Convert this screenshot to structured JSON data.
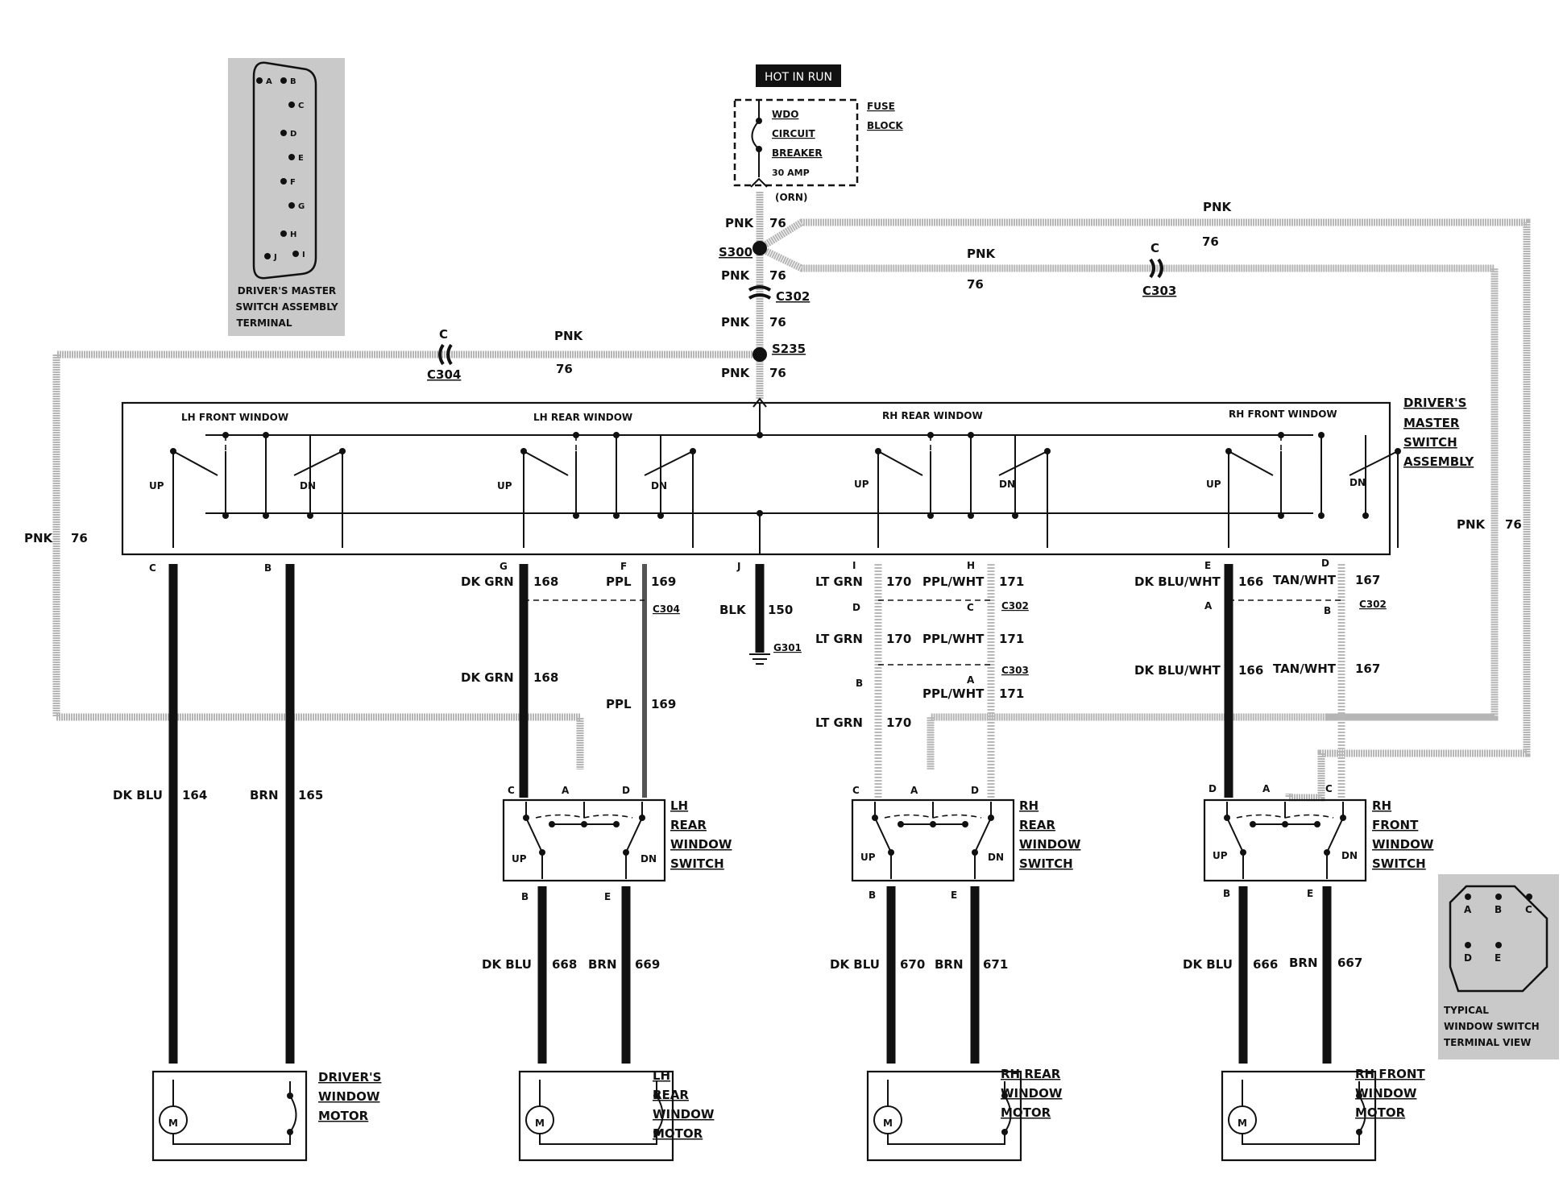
{
  "power": {
    "hot_label": "HOT IN RUN",
    "breaker_lines": [
      "WDO",
      "CIRCUIT",
      "BREAKER"
    ],
    "breaker_rating": "30 AMP",
    "fuse_block_lines": [
      "FUSE",
      "BLOCK"
    ],
    "orn": "(ORN)"
  },
  "splices": {
    "s300": "S300",
    "s235": "S235"
  },
  "connectors": {
    "c302": "C302",
    "c303": "C303",
    "c304": "C304",
    "c": "C",
    "a": "A",
    "b": "B",
    "d": "D",
    "e": "E",
    "f": "F",
    "g": "G",
    "h": "H",
    "i": "I",
    "j": "J"
  },
  "circuits": {
    "pnk": "PNK",
    "n76": "76",
    "dk_blu": "DK BLU",
    "n164": "164",
    "brn": "BRN",
    "n165": "165",
    "dk_grn": "DK GRN",
    "n168": "168",
    "ppl": "PPL",
    "n169": "169",
    "blk": "BLK",
    "n150": "150",
    "lt_grn": "LT GRN",
    "n170": "170",
    "ppl_wht": "PPL/WHT",
    "n171": "171",
    "dk_blu_wht": "DK BLU/WHT",
    "n166": "166",
    "tan_wht": "TAN/WHT",
    "n167": "167",
    "n668": "668",
    "n669": "669",
    "n670": "670",
    "n671": "671",
    "n666": "666",
    "n667": "667"
  },
  "ground": "G301",
  "master_switch": {
    "title_lines": [
      "DRIVER'S",
      "MASTER",
      "SWITCH",
      "ASSEMBLY"
    ],
    "sections": [
      "LH FRONT WINDOW",
      "LH REAR WINDOW",
      "RH REAR WINDOW",
      "RH FRONT WINDOW"
    ],
    "up": "UP",
    "dn": "DN"
  },
  "window_switches": {
    "lh_rear": [
      "LH",
      "REAR",
      "WINDOW",
      "SWITCH"
    ],
    "rh_rear": [
      "RH",
      "REAR",
      "WINDOW",
      "SWITCH"
    ],
    "rh_front": [
      "RH",
      "FRONT",
      "WINDOW",
      "SWITCH"
    ]
  },
  "motors": {
    "driver": [
      "DRIVER'S",
      "WINDOW",
      "MOTOR"
    ],
    "lh_rear": [
      "LH",
      "REAR",
      "WINDOW",
      "MOTOR"
    ],
    "rh_rear": [
      "RH REAR",
      "WINDOW",
      "MOTOR"
    ],
    "rh_front": [
      "RH FRONT",
      "WINDOW",
      "MOTOR"
    ],
    "m": "M"
  },
  "terminal_views": {
    "master": [
      "DRIVER'S MASTER",
      "SWITCH ASSEMBLY",
      "TERMINAL"
    ],
    "master_pins": [
      "A",
      "B",
      "C",
      "D",
      "E",
      "F",
      "G",
      "H",
      "I",
      "J"
    ],
    "typical": [
      "TYPICAL",
      "WINDOW SWITCH",
      "TERMINAL VIEW"
    ],
    "typical_pins": [
      "A",
      "B",
      "C",
      "D",
      "E"
    ]
  }
}
